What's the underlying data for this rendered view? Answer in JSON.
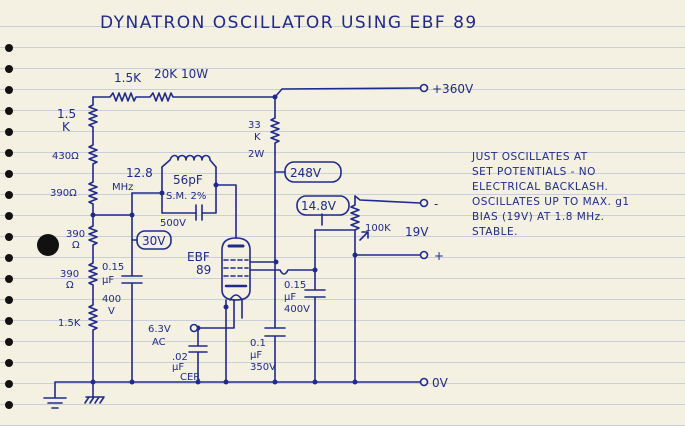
{
  "title": "DYNATRON OSCILLATOR USING EBF 89",
  "supply": {
    "plus": "+360V",
    "zero": "0V"
  },
  "resistors": {
    "r_top1": "1.5K",
    "r_top2": "20K 10W",
    "r_left1_a": "1.5",
    "r_left1_b": "K",
    "r_left2": "430Ω",
    "r_left3": "390Ω",
    "r_left4_a": "390",
    "r_left4_b": "Ω",
    "r_left5_a": "390",
    "r_left5_b": "Ω",
    "r_left6": "1.5K",
    "r_anode_a": "33",
    "r_anode_b": "K",
    "r_anode_c": "2W",
    "pot": "100K"
  },
  "tuned": {
    "freq": "12.8",
    "unit": "MHz",
    "cap_a": "56pF",
    "cap_b": "S.M. 2%",
    "cap_v": "500V"
  },
  "capacitors": {
    "c1_a": "0.15",
    "c1_b": "μF",
    "c1_c": "400",
    "c1_d": "V",
    "c2_a": "0.15",
    "c2_b": "μF",
    "c2_c": "400V",
    "c3_a": "0.1",
    "c3_b": "μF",
    "c3_c": "350V",
    "c4_a": ".02",
    "c4_b": "μF",
    "c4_c": "CER"
  },
  "tube": {
    "a": "EBF",
    "b": "89"
  },
  "heater": {
    "a": "6.3V",
    "b": "AC"
  },
  "voltages": {
    "v30": "30V",
    "v248": "248V",
    "v148": "14.8V",
    "bias": "19V",
    "minus": "-",
    "plus": "+"
  },
  "notes": [
    "JUST OSCILLATES AT",
    "SET POTENTIALS - NO",
    "ELECTRICAL BACKLASH.",
    "OSCILLATES UP TO MAX. g1",
    "BIAS (19V) AT 1.8 MHz.",
    "STABLE."
  ]
}
